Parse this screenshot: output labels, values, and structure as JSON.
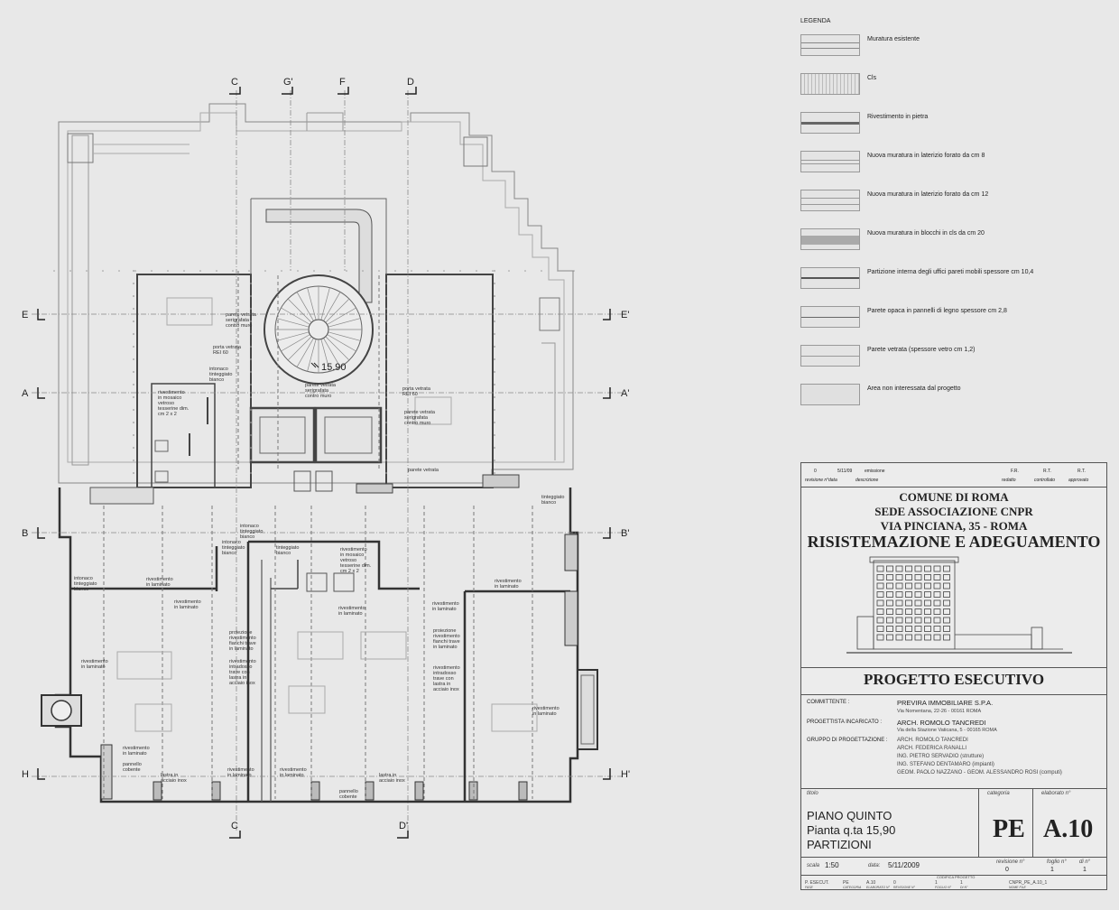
{
  "legend": {
    "title": "LEGENDA",
    "items": [
      {
        "label": "Muratura esistente"
      },
      {
        "label": "Cls"
      },
      {
        "label": "Rivestimento in pietra"
      },
      {
        "label": "Nuova muratura in laterizio forato da cm 8"
      },
      {
        "label": "Nuova muratura in laterizio forato da cm 12"
      },
      {
        "label": "Nuova muratura in blocchi in cls da cm 20"
      },
      {
        "label": "Partizione interna degli uffici pareti mobili spessore cm 10,4"
      },
      {
        "label": "Parete opaca in pannelli di legno spessore cm 2,8"
      },
      {
        "label": "Parete vetrata (spessore vetro cm 1,2)"
      },
      {
        "label": "Area non interessata dal progetto"
      }
    ]
  },
  "plan": {
    "section_marks": [
      "C",
      "G'",
      "F",
      "D",
      "E",
      "E'",
      "A",
      "A'",
      "B",
      "B'",
      "H",
      "H'",
      "C",
      "D'"
    ],
    "level": "15.90",
    "notes": [
      "parete vetrata serigrafata contro muro",
      "porta vetrata REI 60",
      "intonaco tinteggiato bianco",
      "rivestimento in mosaico vetroso tesserine dim. cm 2 x 2",
      "parete vetrata serigrafata contro muro",
      "porta vetrata REI 60",
      "parete vetrata serigrafata contro muro",
      "parete vetrata",
      "tinteggiato bianco",
      "intonaco tinteggiato bianco",
      "intonaco tinteggiato bianco",
      "rivestimento in mosaico vetroso tesserine dim. cm 2 x 2",
      "tinteggiato bianco",
      "intonaco tinteggiato bianco",
      "rivestimento in laminato",
      "rivestimento in laminato",
      "rivestimento in laminato",
      "proiezione rivestimento fianchi trave in laminato",
      "rivestimento intradosso trave con lastra in acciaio inox",
      "rivestimento in laminato",
      "rivestimento in laminato",
      "proiezione rivestimento fianchi trave in laminato",
      "rivestimento intradosso trave con lastra in acciaio inox",
      "rivestimento in laminato",
      "rivestimento in laminato",
      "pannello cobente",
      "lastra in acciaio inox",
      "rivestimento in laminato",
      "rivestimento in laminato",
      "pannello cobente",
      "lastra in acciaio inox",
      "rivestimento in laminato"
    ]
  },
  "titleblock": {
    "revision": {
      "values": [
        "0",
        "5/11/09",
        "emissione",
        "F.R.",
        "R.T.",
        "R.T."
      ],
      "headers": [
        "revisione n°",
        "data",
        "descrizione",
        "redatto",
        "controllato",
        "approvato"
      ]
    },
    "client_lines": [
      "COMUNE DI ROMA",
      "SEDE ASSOCIAZIONE CNPR",
      "VIA PINCIANA, 35 - ROMA"
    ],
    "project_title": "RISISTEMAZIONE E ADEGUAMENTO",
    "phase": "PROGETTO ESECUTIVO",
    "committente_label": "COMMITTENTE :",
    "committente": "PREVIRA IMMOBILIARE S.P.A.",
    "committente_addr": "Via Nomentana, 22-26 - 00161 ROMA",
    "progettista_label": "PROGETTISTA INCARICATO :",
    "progettista": "ARCH. ROMOLO TANCREDI",
    "progettista_addr": "Via della Stazione Vaticana, 5 - 00165 ROMA",
    "gruppo_label": "GRUPPO DI PROGETTAZIONE :",
    "gruppo": [
      "ARCH. ROMOLO TANCREDI",
      "ARCH. FEDERICA RANALLI",
      "ING. PIETRO SERVADIO (strutture)",
      "ING. STEFANO DENTAMARO (impianti)",
      "GEOM. PAOLO NAZZANO - GEOM. ALESSANDRO ROSI (computi)"
    ],
    "titolo_label": "titolo",
    "categoria_label": "categoria",
    "elaborato_label": "elaborato n°",
    "titolo_lines": [
      "PIANO QUINTO",
      "Pianta q.ta 15,90",
      "PARTIZIONI"
    ],
    "categoria": "PE",
    "elaborato": "A.10",
    "scala_label": "scala",
    "scala": "1:50",
    "data_label": "data:",
    "data": "5/11/2009",
    "revisione_label": "revisione n°",
    "revisione": "0",
    "foglio_label": "foglio n°",
    "foglio": "1",
    "di_label": "di n°",
    "di": "1",
    "code_label": "CODIFICA PROGETTO",
    "code_values": [
      "P. ESECUT.",
      "PE",
      "A.10",
      "0",
      "1",
      "1",
      "CNPR_PE_A.10_1"
    ],
    "code_headers": [
      "FASE",
      "CATEGORIA",
      "ELABORATO N°",
      "REVISIONE N°",
      "FOGLIO N°",
      "DI N°",
      "NOME FILE"
    ]
  }
}
